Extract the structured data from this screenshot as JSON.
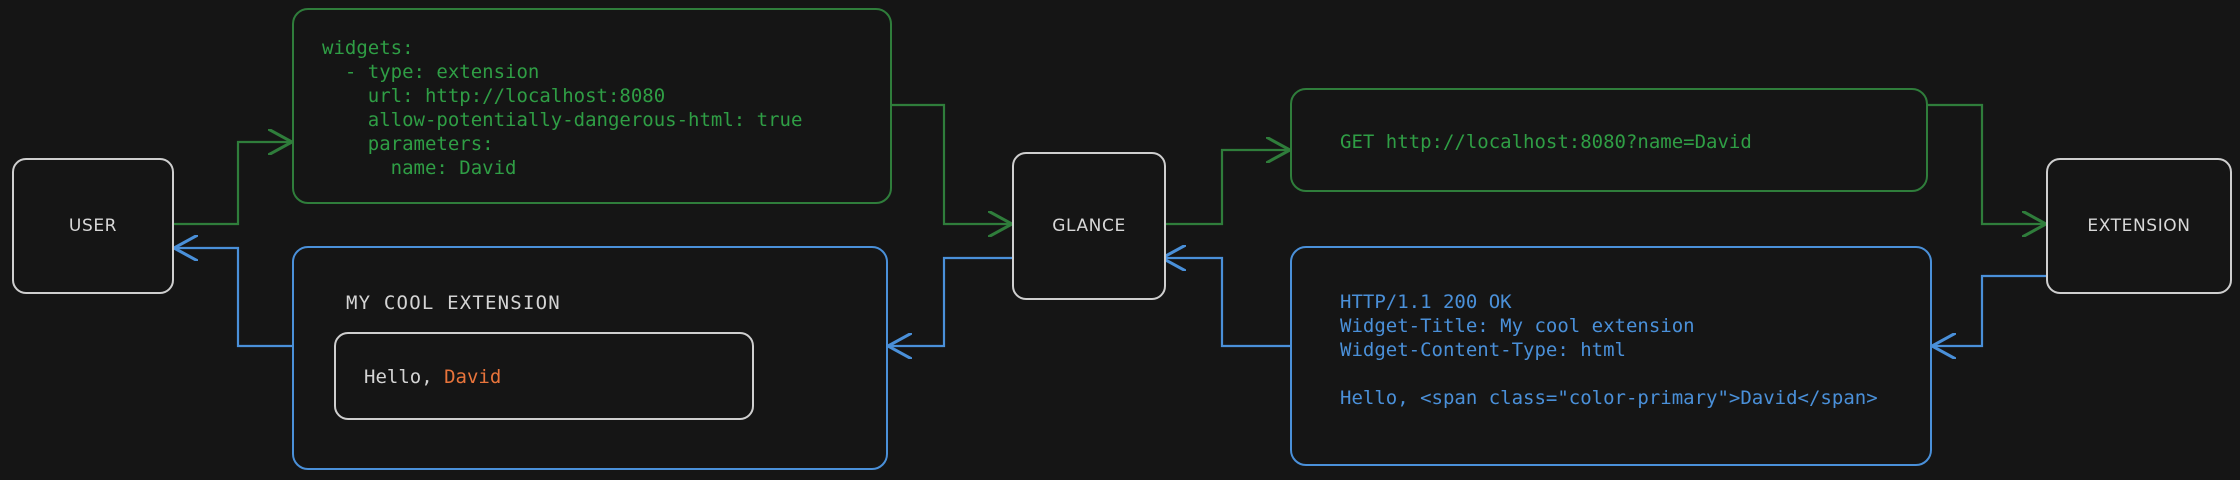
{
  "colors": {
    "background": "#151515",
    "request_green": "#2f9e45",
    "response_blue": "#4a90d9",
    "node_border": "#cfcfcf",
    "accent_orange": "#e8743b",
    "text_light": "#d4d4d4"
  },
  "nodes": {
    "user": "USER",
    "glance": "GLANCE",
    "extension": "EXTENSION"
  },
  "config_box": {
    "lines": [
      "widgets:",
      "  - type: extension",
      "    url: http://localhost:8080",
      "    allow-potentially-dangerous-html: true",
      "    parameters:",
      "      name: David"
    ],
    "text": "widgets:\n  - type: extension\n    url: http://localhost:8080\n    allow-potentially-dangerous-html: true\n    parameters:\n      name: David"
  },
  "request_box": {
    "text": "GET http://localhost:8080?name=David"
  },
  "response_box": {
    "text": "HTTP/1.1 200 OK\nWidget-Title: My cool extension\nWidget-Content-Type: html\n\nHello, <span class=\"color-primary\">David</span>",
    "lines": [
      "HTTP/1.1 200 OK",
      "Widget-Title: My cool extension",
      "Widget-Content-Type: html",
      "",
      "Hello, <span class=\"color-primary\">David</span>"
    ]
  },
  "widget_preview": {
    "title": "MY COOL EXTENSION",
    "greeting_prefix": "Hello, ",
    "greeting_name": "David"
  }
}
